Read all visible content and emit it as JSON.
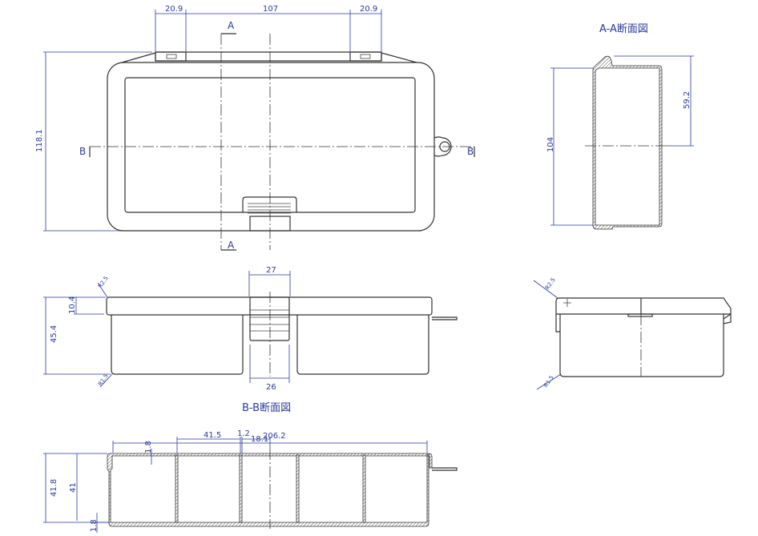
{
  "titles": {
    "section_aa": "A-A断面図",
    "section_bb": "B-B断面図"
  },
  "section_marks": {
    "a": "A",
    "b": "B"
  },
  "top_view": {
    "dim_hinge_left": "20.9",
    "dim_hinge_span": "107",
    "dim_hinge_right": "20.9",
    "dim_height": "118.1"
  },
  "front_view": {
    "dim_latch_top": "27",
    "dim_latch_bottom": "26",
    "dim_total_height": "45.4",
    "dim_lid_height": "10.4",
    "radius_top": "R2.5",
    "radius_bottom": "R1.5"
  },
  "section_bb": {
    "dim_length": "206.2",
    "dim_compartment": "41.5",
    "dim_wall": "1.2",
    "dim_half": "18.1",
    "dim_top_wall": "1.8",
    "dim_outer_height": "41.8",
    "dim_inner_height": "41",
    "dim_bottom_wall": "1.8"
  },
  "section_aa": {
    "dim_depth": "104",
    "dim_offset": "59.2"
  },
  "side_view": {
    "radius_top": "R2.5",
    "radius_bottom": "R1.5"
  }
}
